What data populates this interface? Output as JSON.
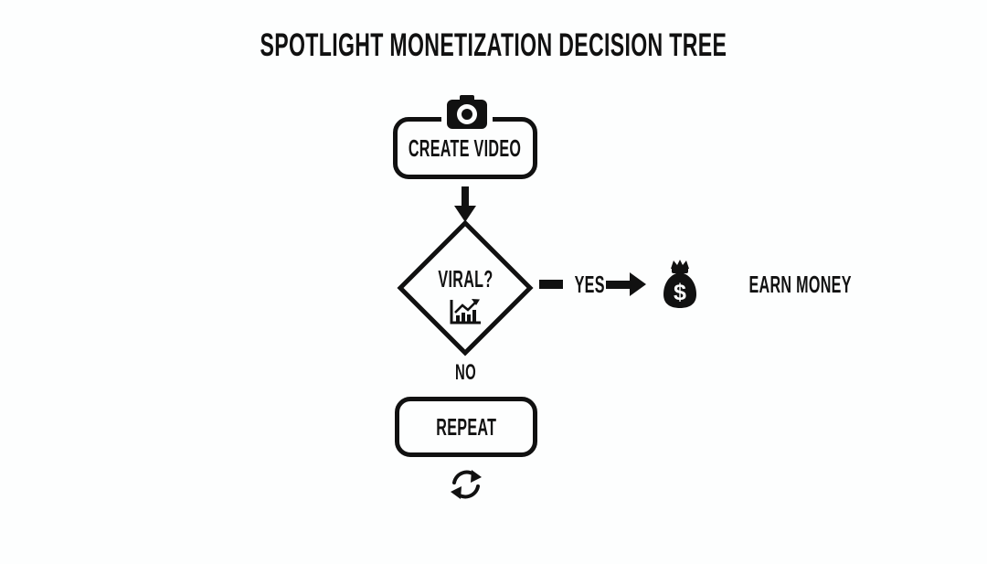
{
  "theme": {
    "ink": "#111111",
    "background": "#fdfefe"
  },
  "title": "SPOTLIGHT MONETIZATION DECISION TREE",
  "flowchart": {
    "start_node": {
      "label": "CREATE VIDEO",
      "icon": "camera-icon"
    },
    "decision_node": {
      "label": "VIRAL?",
      "icon": "chart-increasing-icon"
    },
    "yes_branch": {
      "label": "YES",
      "result": {
        "label": "EARN MONEY",
        "icon": "money-bag-icon"
      }
    },
    "no_branch": {
      "label": "NO",
      "node": {
        "label": "REPEAT",
        "icon": "refresh-icon"
      }
    }
  }
}
